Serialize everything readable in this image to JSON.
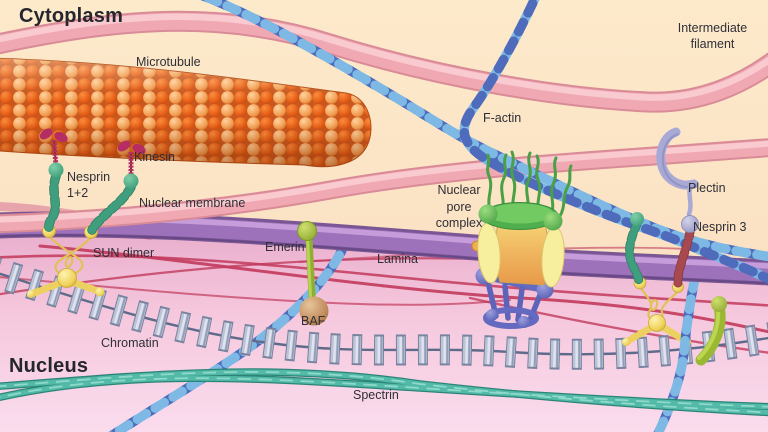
{
  "diagram": {
    "regions": {
      "cytoplasm": "Cytoplasm",
      "nucleus": "Nucleus"
    },
    "labels": {
      "microtubule": "Microtubule",
      "kinesin": "Kinesin",
      "nesprin_1_2": "Nesprin\n1+2",
      "nuclear_membrane": "Nuclear membrane",
      "sun_dimer": "SUN dimer",
      "emerin": "Emerin",
      "lamina": "Lamina",
      "baf": "BAF",
      "chromatin": "Chromatin",
      "spectrin": "Spectrin",
      "nuclear_pore_complex": "Nuclear\npore\ncomplex",
      "f_actin": "F-actin",
      "intermediate_filament": "Intermediate\nfilament",
      "plectin": "Plectin",
      "nesprin_3": "Nesprin 3"
    },
    "colors": {
      "background_cytoplasm": "#fce6c9",
      "background_nucleus": "#f6c9de",
      "microtubule_dark": "#e35c15",
      "microtubule_light": "#f29e52",
      "f_actin_dark": "#4e6cbb",
      "f_actin_light": "#7db9e4",
      "intermediate_filament": "#f0a9b2",
      "nuclear_membrane": "#9d72ba",
      "lamina": "#c23a5c",
      "chromatin": "#bcc3d6",
      "spectrin": "#53b9a8",
      "kinesin": "#b03060",
      "nesprin_1_2": "#3f9e7d",
      "sun_dimer": "#f0d45c",
      "emerin": "#9ab832",
      "baf": "#c08b5c",
      "plectin": "#a9a9d6",
      "nesprin_3": "#a8494f",
      "npc_ring": "#4fae4e",
      "npc_body": "#f8ef9e",
      "npc_core": "#e89a4a",
      "npc_basket": "#5d63b8"
    }
  }
}
